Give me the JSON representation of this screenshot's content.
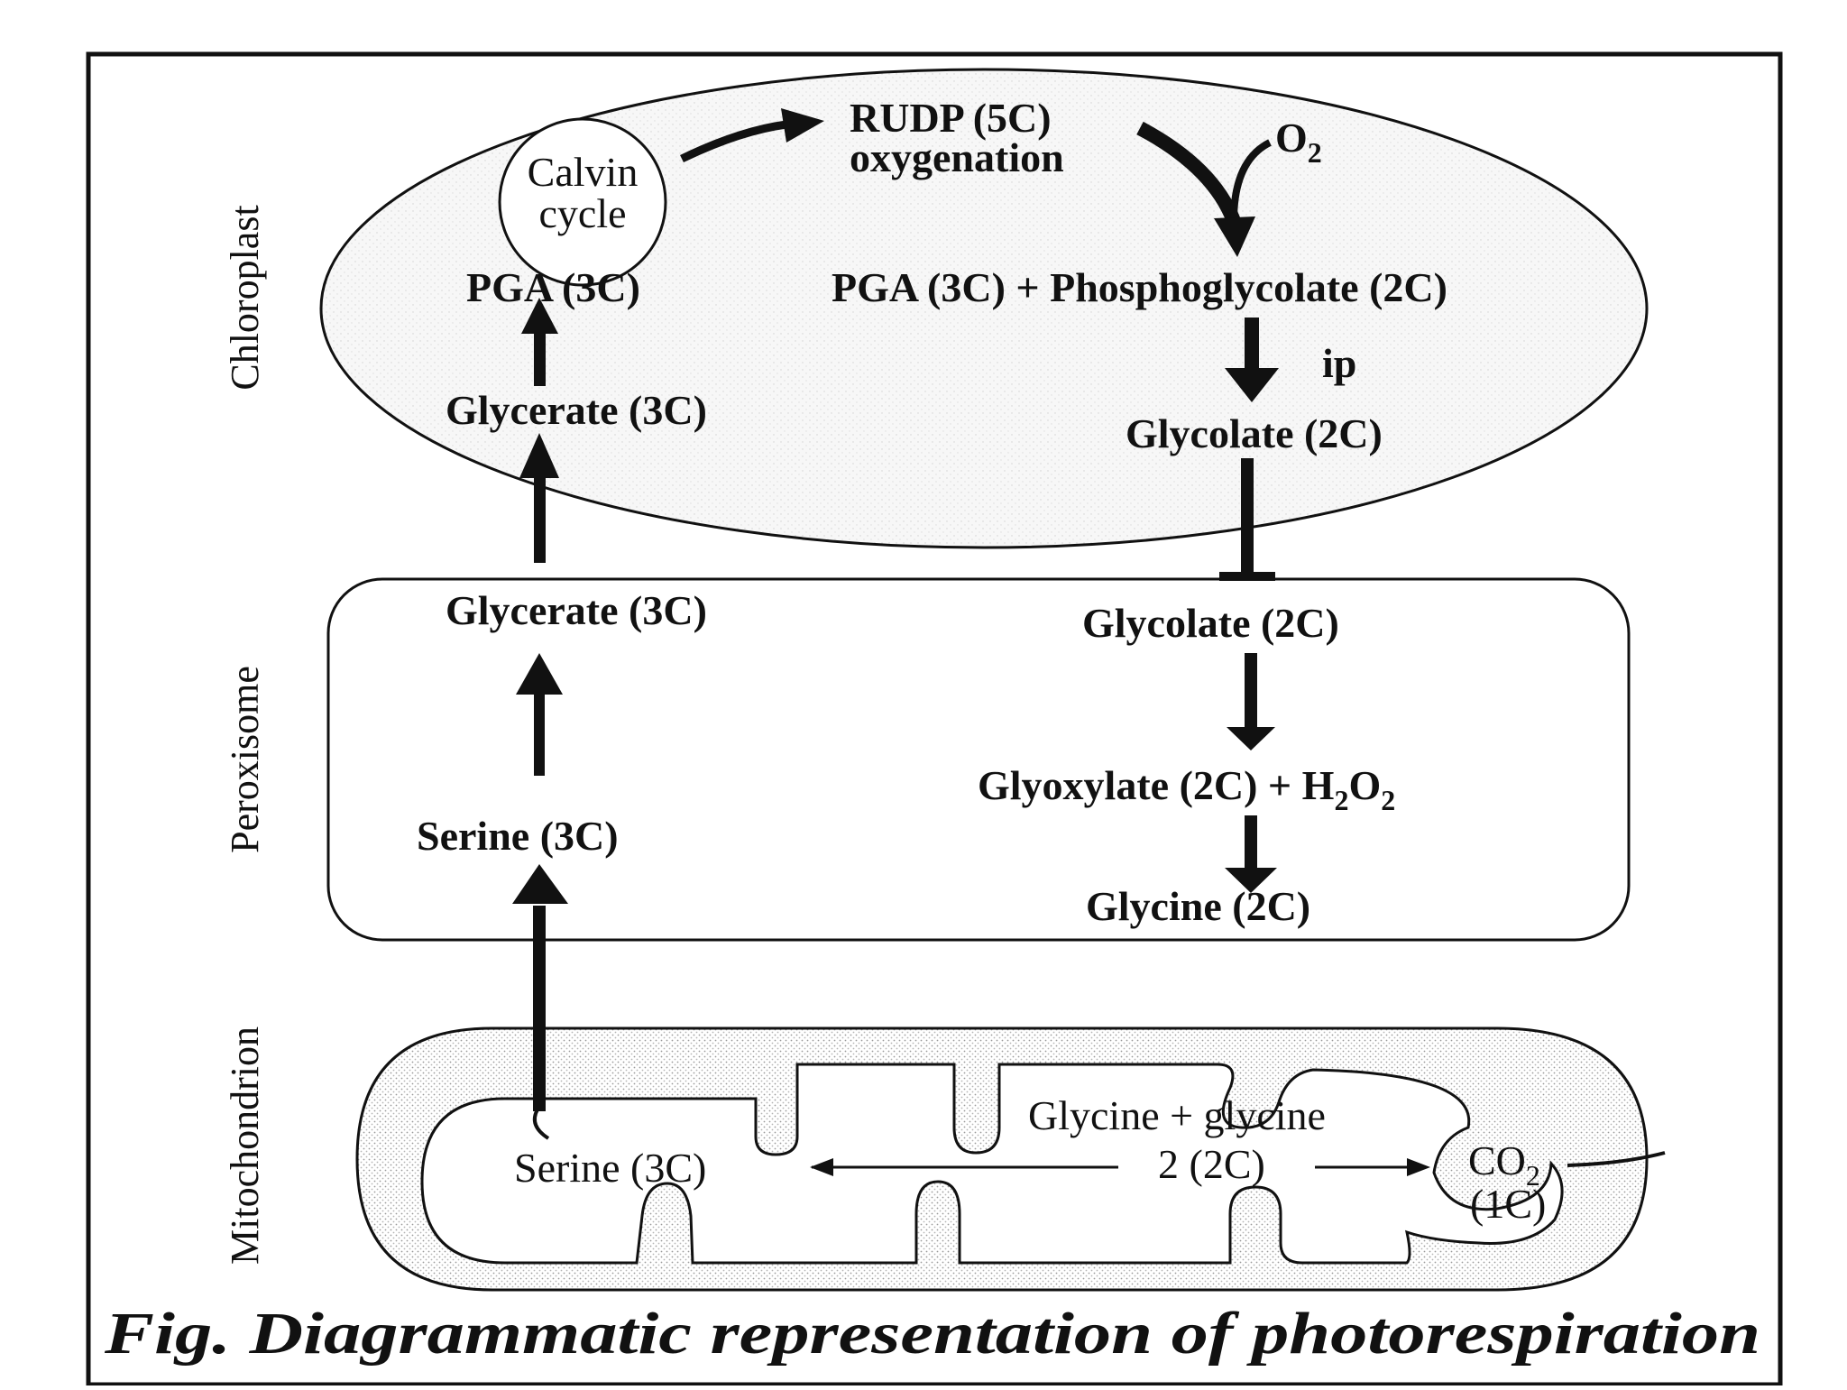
{
  "compartments": {
    "chloroplast": "Chloroplast",
    "peroxisome": "Peroxisome",
    "mitochondrion": "Mitochondrion"
  },
  "chloroplast": {
    "calvin_line1": "Calvin",
    "calvin_line2": "cycle",
    "rudp": "RUDP (5C)",
    "oxygenation": "oxygenation",
    "o2_base": "O",
    "o2_sub": "2",
    "pga_left": "PGA (3C)",
    "pga_phosphoglycolate": "PGA (3C) + Phosphoglycolate (2C)",
    "ip": "ip",
    "glycerate": "Glycerate (3C)",
    "glycolate": "Glycolate (2C)"
  },
  "peroxisome": {
    "glycerate": "Glycerate (3C)",
    "glycolate": "Glycolate (2C)",
    "glyoxylate": "Glyoxylate (2C) + H",
    "h2o2_sub1": "2",
    "h2o2_o": "O",
    "h2o2_sub2": "2",
    "serine": "Serine (3C)",
    "glycine": "Glycine (2C)"
  },
  "mitochondrion": {
    "glycine_glycine": "Glycine + glycine",
    "two_2c": "2 (2C)",
    "serine": "Serine (3C)",
    "co2_base": "CO",
    "co2_sub": "2",
    "one_c": "(1C)"
  },
  "caption": "Fig. Diagrammatic representation of photorespiration"
}
